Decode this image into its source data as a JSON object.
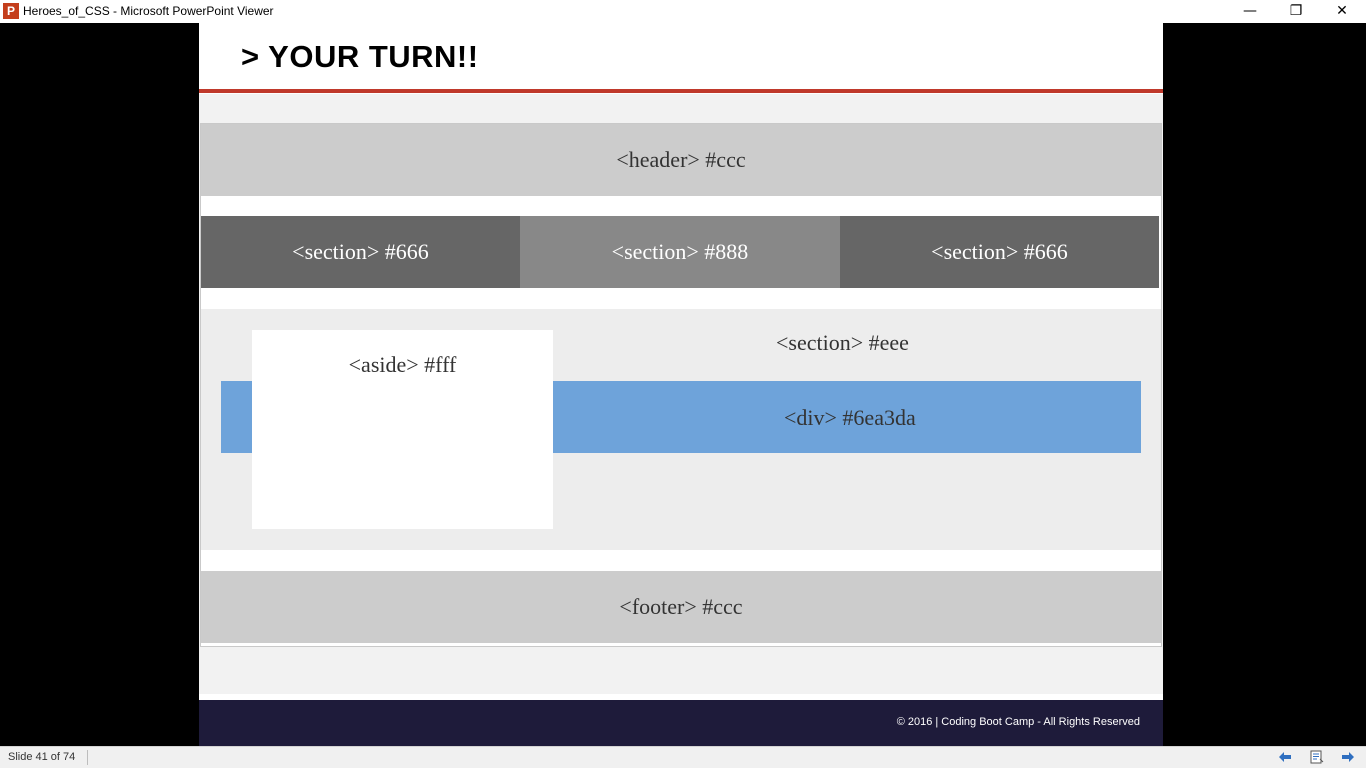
{
  "window": {
    "title": "Heroes_of_CSS - Microsoft PowerPoint Viewer",
    "app_icon_letter": "P",
    "minimize_glyph": "—",
    "maximize_glyph": "❐",
    "close_glyph": "✕"
  },
  "slide": {
    "title": "> YOUR  TURN!!",
    "header_label": "<header> #ccc",
    "sections": [
      "<section> #666",
      "<section> #888",
      "<section> #666"
    ],
    "main_section_label": "<section> #eee",
    "div_label": "<div> #6ea3da",
    "aside_label": "<aside> #fff",
    "footer_label": "<footer> #ccc",
    "copyright": "© 2016 | Coding Boot Camp - All Rights Reserved"
  },
  "status": {
    "slide_counter": "Slide 41 of 74"
  },
  "colors": {
    "title_rule": "#c0392b",
    "header": "#cccccc",
    "section_dark": "#666666",
    "section_light": "#888888",
    "main_section": "#eeeeee",
    "div": "#6ea3da",
    "aside": "#ffffff",
    "slide_footer": "#1e1b3a"
  },
  "icons": [
    "powerpoint-app-icon",
    "previous-slide-icon",
    "reading-view-icon",
    "next-slide-icon"
  ]
}
